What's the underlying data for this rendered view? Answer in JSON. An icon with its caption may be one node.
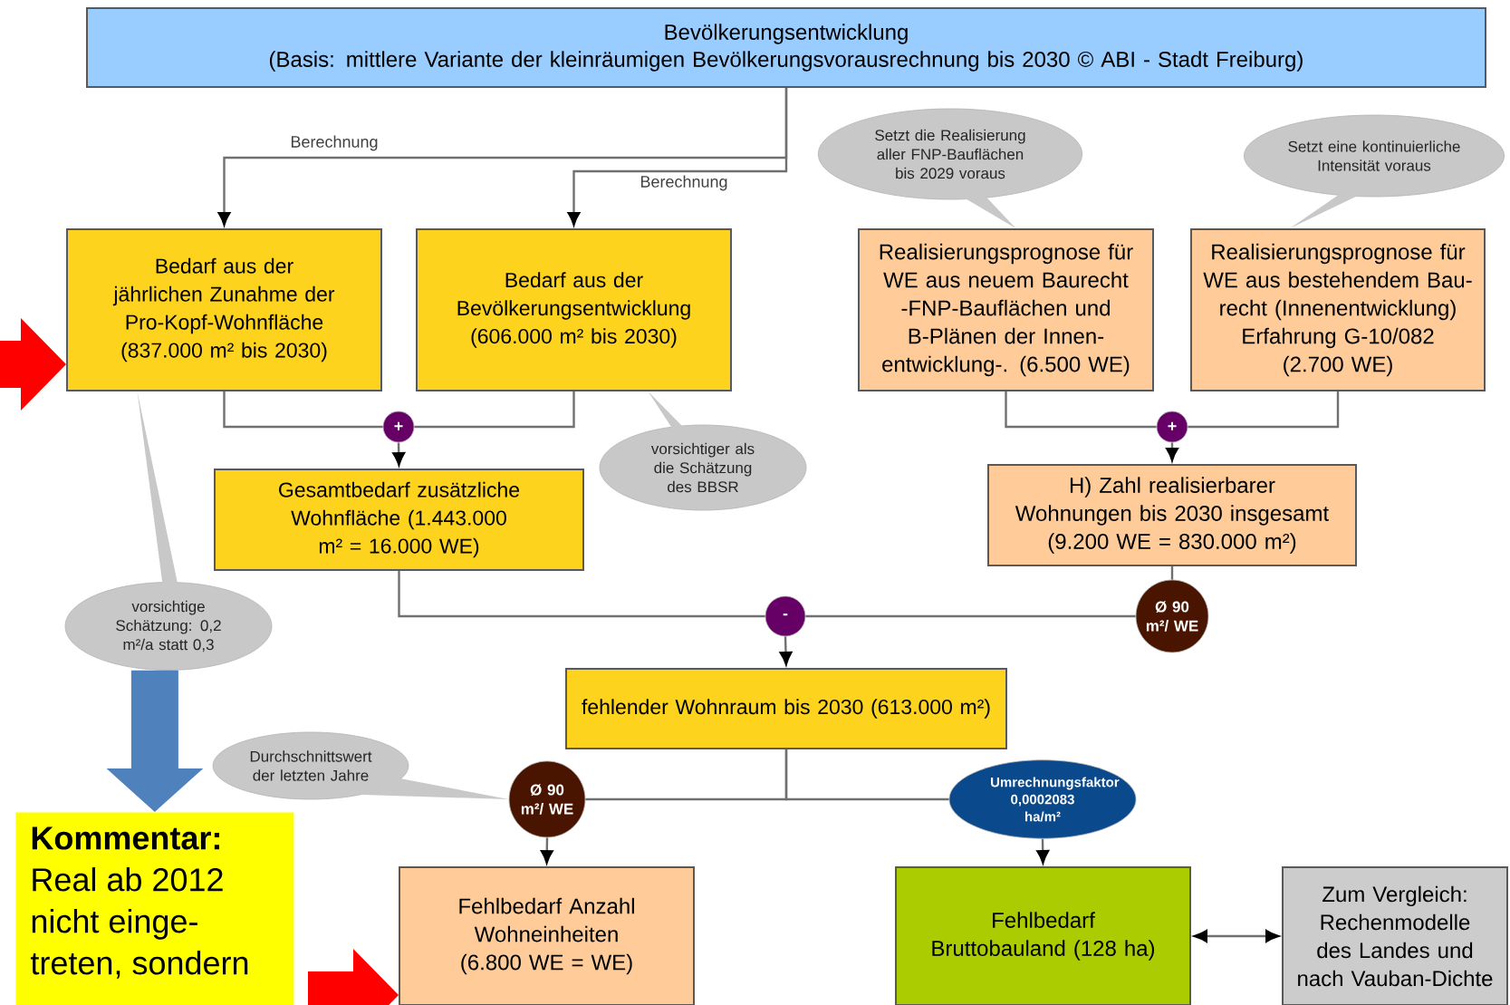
{
  "diagram": {
    "nodes": [
      {
        "text": [
          "Bevölkerungsentwicklung",
          "(Basis: mittlere Variante der kleinräumigen Bevölkerungsvorausrechnung bis 2030 © ABI - Stadt Freiburg)"
        ]
      },
      {
        "text": [
          "Bedarf aus der jährlichen Zunahme der Pro-Kopf-Wohnfläche (837.000 m² bis 2030)"
        ]
      },
      {
        "text": [
          "Bedarf aus der Bevölkerungsentwicklung (606.000 m² bis 2030)"
        ]
      },
      {
        "text": [
          "Setzt die Realisierung aller FNP-Bauflächen bis 2029 voraus"
        ]
      },
      {
        "text": [
          "Setzt eine kontinuierliche Intensität voraus"
        ]
      },
      {
        "text": [
          "Realisierungsprognose für WE aus neuem Baurecht -FNP-Bauflächen und B-Plänen der Innen- entwicklung-. (6.500 WE)"
        ]
      },
      {
        "text": [
          "Realisierungsprognose für WE aus bestehendem Bau- recht (Innenentwicklung) Erfahrung G-10/082 (2.700 WE)"
        ]
      },
      {
        "text": [
          "+"
        ]
      },
      {
        "text": [
          "+"
        ]
      },
      {
        "text": [
          "vorsichtiger als die Schätzung des BBSR"
        ]
      },
      {
        "text": [
          "Gesamtbedarf zusätzliche Wohnfläche (1.443.000 m² = 16.000 WE)"
        ]
      },
      {
        "text": [
          "H) Zahl realisierbarer Wohnungen bis 2030 insgesamt (9.200 WE = 830.000 m²)"
        ]
      },
      {
        "text": [
          "vorsichtige Schätzung: 0,2 m²/a statt 0,3"
        ]
      },
      {
        "text": [
          "-"
        ]
      },
      {
        "text": [
          "Ø 90 m²/ WE"
        ]
      },
      {
        "text": [
          "fehlender Wohnraum bis 2030 (613.000 m²)"
        ]
      },
      {
        "text": [
          "Durchschnittswert der letzten Jahre"
        ]
      },
      {
        "text": [
          "Ø 90 m²/ WE"
        ]
      },
      {
        "text": [
          "Umrechnungsfaktor 0,0002083 ha/m²"
        ]
      },
      {
        "text": [
          "Kommentar:",
          "Real ab 2012 nicht einge- treten, sondern"
        ]
      },
      {
        "text": [
          "Fehlbedarf Anzahl Wohneinheiten (6.800 WE = WE)"
        ]
      },
      {
        "text": [
          "Fehlbedarf Bruttobauland (128 ha)"
        ]
      },
      {
        "text": [
          "Zum Vergleich: Rechenmodelle des Landes und nach Vauban-Dichte"
        ]
      }
    ],
    "edges": [
      {
        "from": 0,
        "to": 1,
        "arrow": "to",
        "label": "Berechnung"
      },
      {
        "from": 0,
        "to": 2,
        "arrow": "to",
        "label": "Berechnung"
      },
      {
        "from": 1,
        "to": 7,
        "arrow": "none"
      },
      {
        "from": 2,
        "to": 7,
        "arrow": "none"
      },
      {
        "from": 7,
        "to": 10,
        "arrow": "to"
      },
      {
        "from": 5,
        "to": 8,
        "arrow": "none"
      },
      {
        "from": 6,
        "to": 8,
        "arrow": "none"
      },
      {
        "from": 8,
        "to": 11,
        "arrow": "to"
      },
      {
        "from": 10,
        "to": 13,
        "arrow": "none"
      },
      {
        "from": 11,
        "to": 14,
        "arrow": "none"
      },
      {
        "from": 14,
        "to": 13,
        "arrow": "none"
      },
      {
        "from": 13,
        "to": 15,
        "arrow": "to"
      },
      {
        "from": 15,
        "to": 17,
        "arrow": "none"
      },
      {
        "from": 15,
        "to": 18,
        "arrow": "none"
      },
      {
        "from": 17,
        "to": 20,
        "arrow": "to"
      },
      {
        "from": 18,
        "to": 21,
        "arrow": "to"
      },
      {
        "from": 21,
        "to": 22,
        "arrow": "both"
      },
      {
        "from": 3,
        "to": 5,
        "arrow": "none"
      },
      {
        "from": 4,
        "to": 6,
        "arrow": "none"
      },
      {
        "from": 9,
        "to": 2,
        "arrow": "none"
      },
      {
        "from": 12,
        "to": 1,
        "arrow": "none"
      },
      {
        "from": 16,
        "to": 17,
        "arrow": "none"
      },
      {
        "from": null,
        "to": 1,
        "arrow": "to",
        "style": "thick",
        "color": "#ff0000"
      },
      {
        "from": 12,
        "to": 19,
        "arrow": "to",
        "style": "thick",
        "color": "#4f81bd"
      },
      {
        "from": null,
        "to": 20,
        "arrow": "to",
        "style": "thick",
        "color": "#ff0000"
      }
    ]
  }
}
